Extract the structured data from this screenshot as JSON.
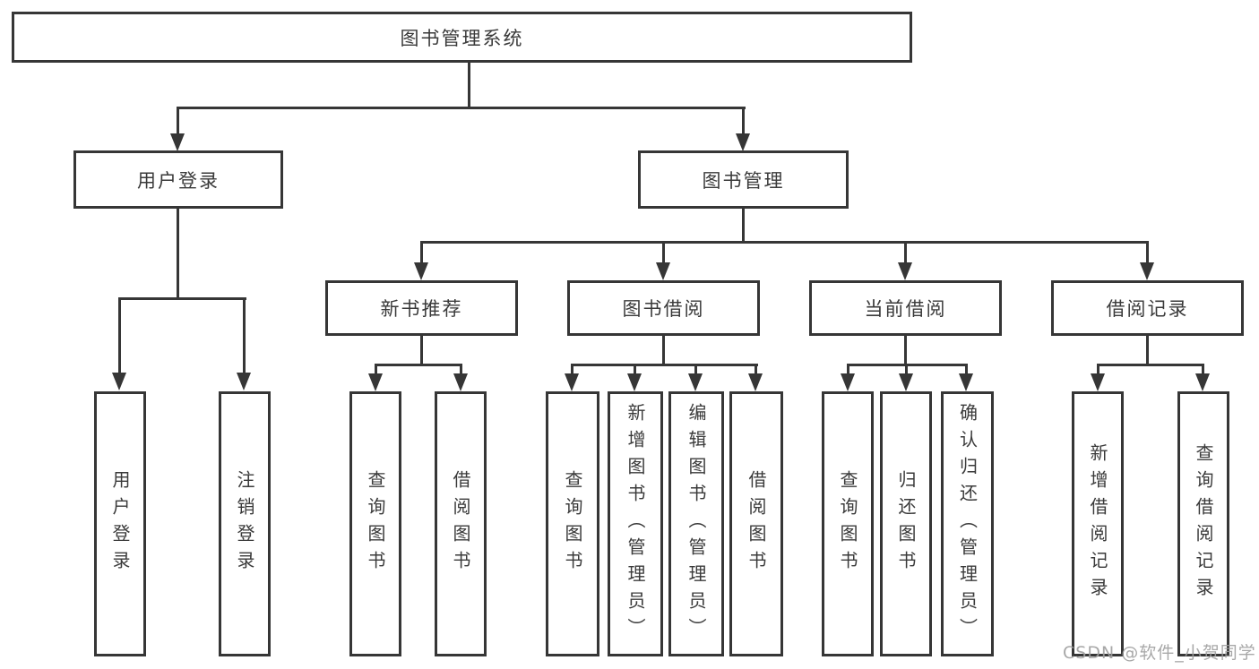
{
  "diagram": {
    "root": {
      "label": "图书管理系统"
    },
    "user_login": {
      "label": "用户登录",
      "children": [
        {
          "label": "用户登录"
        },
        {
          "label": "注销登录"
        }
      ]
    },
    "book_mgmt": {
      "label": "图书管理",
      "categories": [
        {
          "label": "新书推荐",
          "children": [
            {
              "label": "查询图书"
            },
            {
              "label": "借阅图书"
            }
          ]
        },
        {
          "label": "图书借阅",
          "children": [
            {
              "label": "查询图书"
            },
            {
              "label": "新增图书（管理员）"
            },
            {
              "label": "编辑图书（管理员）"
            },
            {
              "label": "借阅图书"
            }
          ]
        },
        {
          "label": "当前借阅",
          "children": [
            {
              "label": "查询图书"
            },
            {
              "label": "归还图书"
            },
            {
              "label": "确认归还（管理员）"
            }
          ]
        },
        {
          "label": "借阅记录",
          "children": [
            {
              "label": "新增借阅记录"
            },
            {
              "label": "查询借阅记录"
            }
          ]
        }
      ]
    },
    "colors": {
      "line": "#363636",
      "text": "#3a3a3a",
      "background": "#ffffff",
      "watermark": "#9e9e9e"
    }
  },
  "watermark": {
    "text": "CSDN @软件_小贺同学"
  }
}
